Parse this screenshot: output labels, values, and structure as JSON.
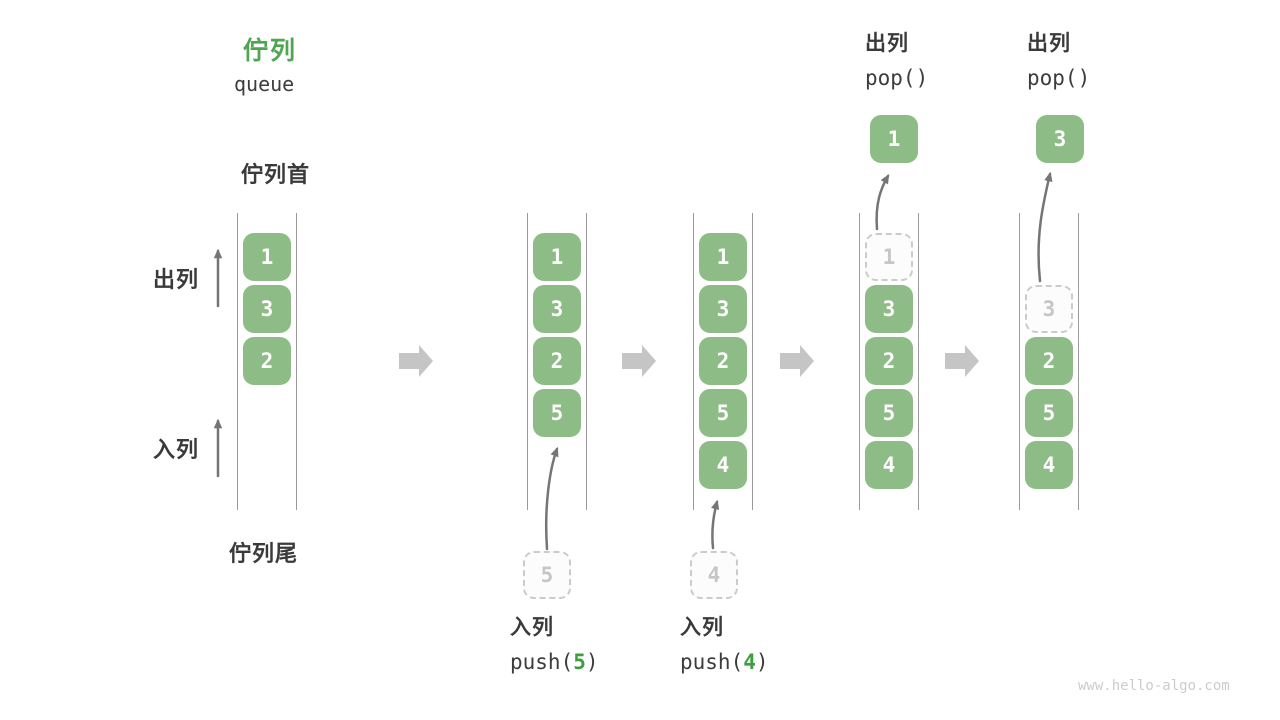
{
  "title": {
    "zh": "佇列",
    "en": "queue"
  },
  "side_labels": {
    "front": "佇列首",
    "rear": "佇列尾",
    "dequeue": "出列",
    "enqueue": "入列"
  },
  "states": [
    {
      "cells": [
        "1",
        "3",
        "2"
      ]
    },
    {
      "cells": [
        "1",
        "3",
        "2",
        "5"
      ],
      "incoming": "5"
    },
    {
      "cells": [
        "1",
        "3",
        "2",
        "5",
        "4"
      ],
      "incoming": "4"
    },
    {
      "cells": [
        "3",
        "2",
        "5",
        "4"
      ],
      "removed": "1",
      "popped": "1"
    },
    {
      "cells": [
        "2",
        "5",
        "4"
      ],
      "removed": "3",
      "popped": "3"
    }
  ],
  "operations": {
    "push_5": {
      "label": "入列",
      "fn_open": "push(",
      "arg": "5",
      "fn_close": ")"
    },
    "push_4": {
      "label": "入列",
      "fn_open": "push(",
      "arg": "4",
      "fn_close": ")"
    },
    "pop_1": {
      "label": "出列",
      "fn": "pop()"
    },
    "pop_2": {
      "label": "出列",
      "fn": "pop()"
    }
  },
  "footer": "www.hello-algo.com",
  "colors": {
    "title_green": "#50A550",
    "cell_green": "#8EBC86",
    "code_arg_green": "#3E9E3E",
    "block_arrow_gray": "#C5C5C5",
    "thin_arrow_gray": "#757575",
    "column_line_gray": "#9B9B9B",
    "dashed_border_gray": "#CBCBCB",
    "muted_value_gray": "#C6C6C6",
    "label_dark": "#3A3A3A",
    "footer_gray": "#CCCCCC"
  }
}
